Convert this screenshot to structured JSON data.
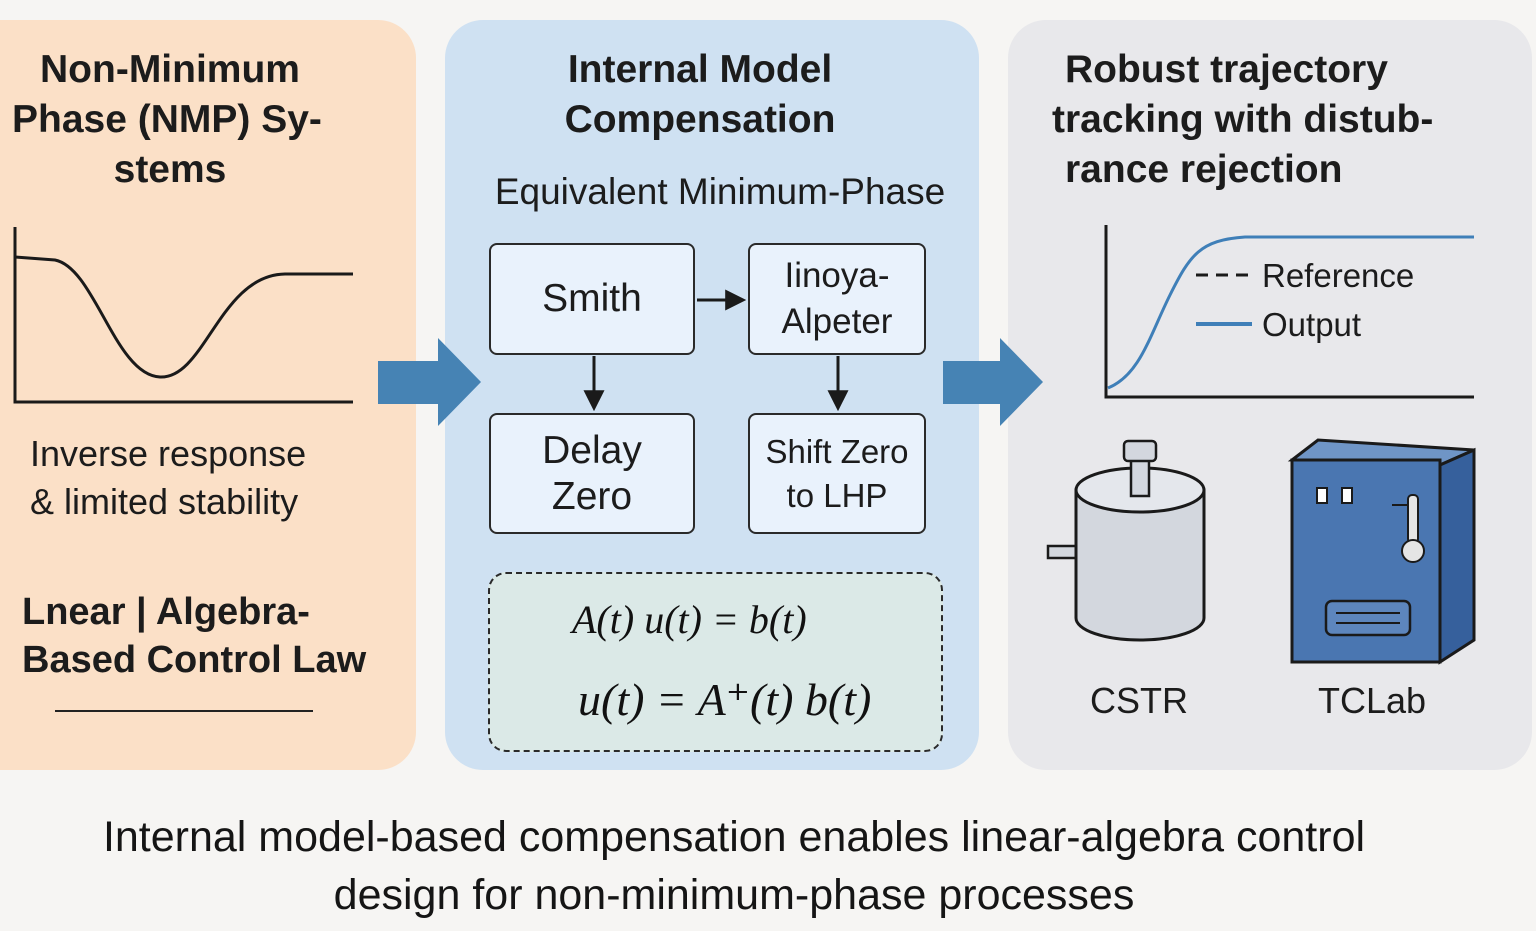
{
  "left_panel": {
    "title_lines": [
      "Non-Minimum",
      "Phase (NMP) Sy-",
      "stems"
    ],
    "description_lines": [
      "Inverse response",
      "& limited stability"
    ],
    "law_lines": [
      "Lnear | Algebra-",
      "Based Control Law"
    ]
  },
  "middle_panel": {
    "title_lines": [
      "Internal Model",
      "Compensation"
    ],
    "subtitle": "Equivalent Minimum-Phase",
    "boxes": {
      "smith": "Smith",
      "iinoya_lines": [
        "Iinoya-",
        "Alpeter"
      ],
      "delay_lines": [
        "Delay",
        "Zero"
      ],
      "shift_lines": [
        "Shift Zero",
        "to LHP"
      ]
    },
    "equations": {
      "eq1": "A(t) u(t) = b(t)",
      "eq2": "u(t) = A⁺(t) b(t)"
    }
  },
  "right_panel": {
    "title_lines": [
      "Robust trajectory",
      "tracking with distub-",
      "rance rejection"
    ],
    "legend": {
      "reference": "Reference",
      "output": "Output"
    },
    "devices": {
      "cstr": "CSTR",
      "tclab": "TCLab"
    }
  },
  "caption_lines": [
    "Internal model-based compensation enables linear-algebra control",
    "design for non-minimum-phase processes"
  ],
  "colors": {
    "left_panel": "#fbe0c7",
    "middle_panel": "#cfe1f2",
    "right_panel": "#e8e8eb",
    "flow_arrow": "#4683b4",
    "output_line": "#3f7fb8",
    "tclab_body": "#4a76b1",
    "cstr_body": "#d3d7de"
  }
}
